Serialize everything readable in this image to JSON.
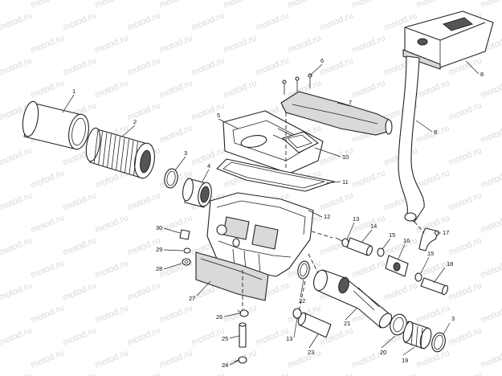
{
  "diagram": {
    "watermark_text": "motod.ru",
    "callouts": [
      "1",
      "2",
      "3",
      "4",
      "5",
      "6",
      "7",
      "8",
      "9",
      "10",
      "11",
      "12",
      "13",
      "14",
      "15",
      "16",
      "17",
      "18",
      "19",
      "20",
      "21",
      "22",
      "23",
      "24",
      "25",
      "26",
      "27",
      "28",
      "29",
      "30"
    ],
    "callout_extra": [
      "13",
      "15",
      "3"
    ]
  }
}
